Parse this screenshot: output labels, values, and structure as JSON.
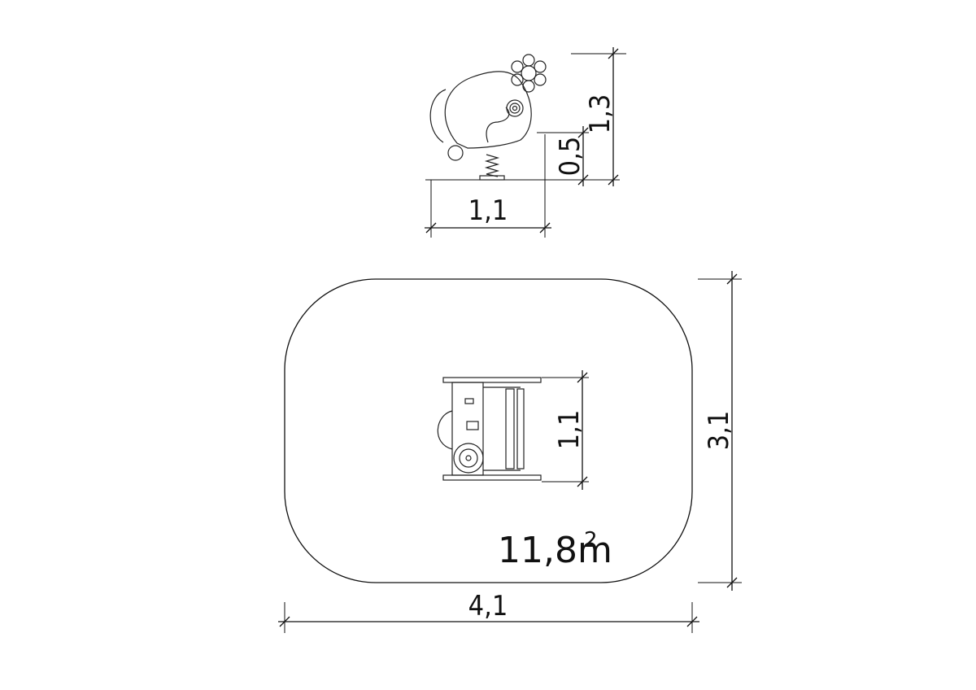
{
  "drawing": {
    "side_view": {
      "width_label": "1,1",
      "height_label": "1,3",
      "seat_height_label": "0,5"
    },
    "top_view": {
      "depth_label": "1,1"
    },
    "safety_zone": {
      "width_label": "4,1",
      "depth_label": "3,1",
      "area_value": "11,8m",
      "area_exponent": "2"
    }
  }
}
